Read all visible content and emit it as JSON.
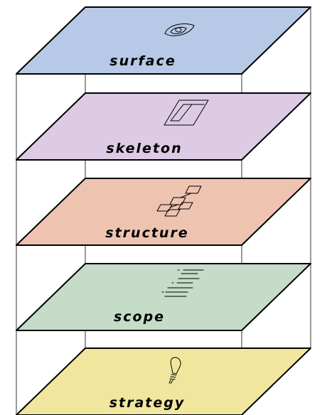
{
  "layers": [
    {
      "label": "surface",
      "color": "#b7c9e6",
      "icon": "eye-icon"
    },
    {
      "label": "skeleton",
      "color": "#ddcbe5",
      "icon": "page-wireframe-icon"
    },
    {
      "label": "structure",
      "color": "#eec4b1",
      "icon": "hierarchy-boxes-icon"
    },
    {
      "label": "scope",
      "color": "#c4dcc8",
      "icon": "list-lines-icon"
    },
    {
      "label": "strategy",
      "color": "#f1e69d",
      "icon": "lightbulb-icon"
    }
  ]
}
